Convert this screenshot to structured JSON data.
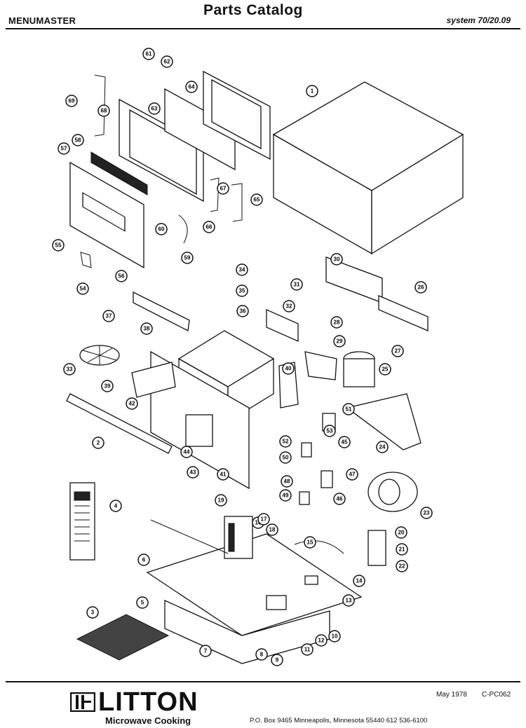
{
  "header": {
    "brand": "MENUMASTER",
    "title": "Parts  Catalog",
    "system": "system 70/20.09"
  },
  "footer": {
    "logo_text": "LITTON",
    "logo_subtitle": "Microwave Cooking",
    "date": "May 1978",
    "catalog_code": "C-PC062",
    "address": "P.O. Box 9465   Minneapolis, Minnesota 55440   612  536-6100"
  },
  "diagram": {
    "callouts": [
      "1",
      "2",
      "3",
      "4",
      "5",
      "6",
      "7",
      "8",
      "9",
      "10",
      "11",
      "12",
      "13",
      "14",
      "15",
      "16",
      "17",
      "18",
      "19",
      "20",
      "21",
      "22",
      "23",
      "24",
      "25",
      "26",
      "27",
      "28",
      "29",
      "30",
      "31",
      "32",
      "33",
      "34",
      "35",
      "36",
      "37",
      "38",
      "39",
      "40",
      "41",
      "42",
      "43",
      "44",
      "45",
      "46",
      "47",
      "48",
      "49",
      "50",
      "51",
      "52",
      "53",
      "54",
      "55",
      "56",
      "57",
      "58",
      "59",
      "60",
      "61",
      "62",
      "63",
      "64",
      "65",
      "66",
      "67",
      "68",
      "69"
    ]
  }
}
